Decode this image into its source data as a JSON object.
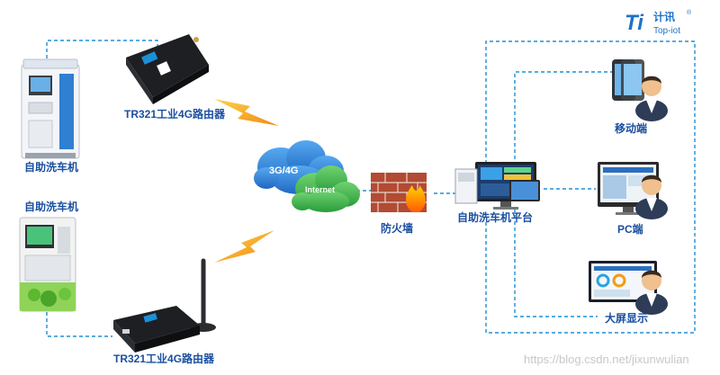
{
  "brand": {
    "logo_mark": "Ti",
    "name_cn": "计讯",
    "name_en": "Top-iot",
    "reg_mark": "®"
  },
  "nodes": {
    "washer_top": {
      "label": "自助洗车机"
    },
    "washer_bottom": {
      "label": "自助洗车机"
    },
    "router_top": {
      "label": "TR321工业4G路由器"
    },
    "router_bottom": {
      "label": "TR321工业4G路由器"
    },
    "cloud": {
      "label_3g4g": "3G/4G",
      "label_internet": "Internet"
    },
    "firewall": {
      "label": "防火墙"
    },
    "platform": {
      "label": "自助洗车机平台"
    },
    "mobile": {
      "label": "移动端"
    },
    "pc": {
      "label": "PC端"
    },
    "bigscreen": {
      "label": "大屏显示"
    }
  },
  "watermark": "https://blog.csdn.net/jixunwulian",
  "colors": {
    "line": "#1e90d6",
    "label": "#1a4fa0",
    "lightning": "#f7a21b",
    "cloud_blue": "#2b7fd4",
    "cloud_green": "#3fb34f",
    "brick": "#a5432f"
  }
}
